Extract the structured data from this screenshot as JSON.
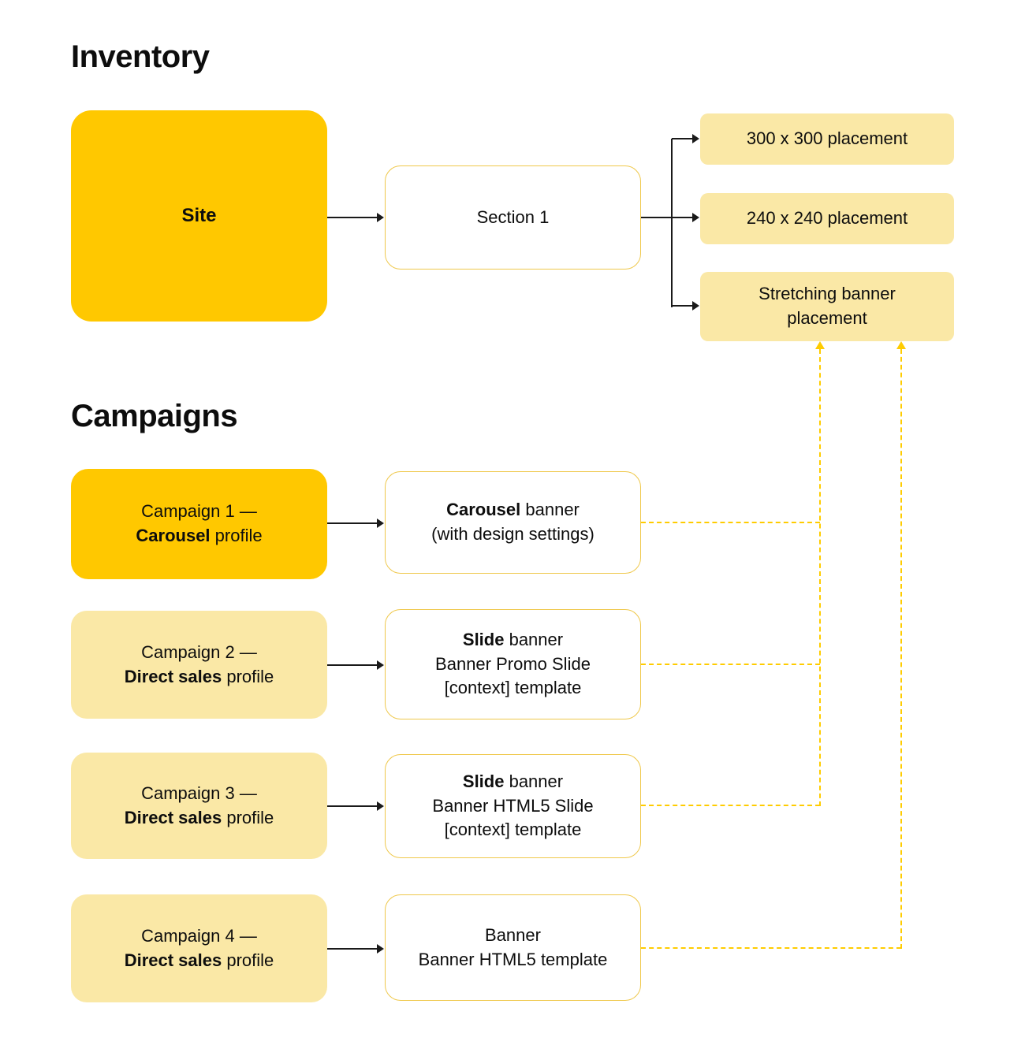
{
  "colors": {
    "accent_yellow": "#FFC800",
    "light_yellow": "#FAE8A6",
    "outline_yellow": "#EFC84B",
    "dashed_yellow": "#FFCC00",
    "arrow_black": "#1A1A1A",
    "text": "#0D0D0D"
  },
  "inventory": {
    "title": "Inventory",
    "site": {
      "label": "Site"
    },
    "section": {
      "label": "Section 1"
    },
    "placements": [
      {
        "label": "300 x 300 placement"
      },
      {
        "label": "240 x 240 placement"
      },
      {
        "label": "Stretching banner placement"
      }
    ]
  },
  "campaigns": {
    "title": "Campaigns",
    "items": [
      {
        "line1": "Campaign 1 —",
        "bold": "Carousel",
        "rest": " profile"
      },
      {
        "line1": "Campaign 2 —",
        "bold": "Direct sales",
        "rest": " profile"
      },
      {
        "line1": "Campaign 3 —",
        "bold": "Direct sales",
        "rest": " profile"
      },
      {
        "line1": "Campaign 4 —",
        "bold": "Direct sales",
        "rest": " profile"
      }
    ],
    "banners": [
      {
        "bold": "Carousel",
        "rest": " banner",
        "line2": "(with design settings)",
        "line3": ""
      },
      {
        "bold": "Slide",
        "rest": " banner",
        "line2": "Banner Promo Slide",
        "line3": "[context] template"
      },
      {
        "bold": "Slide",
        "rest": " banner",
        "line2": "Banner HTML5 Slide",
        "line3": "[context] template"
      },
      {
        "bold": "",
        "rest": "Banner",
        "line2": "Banner HTML5 template",
        "line3": ""
      }
    ]
  }
}
